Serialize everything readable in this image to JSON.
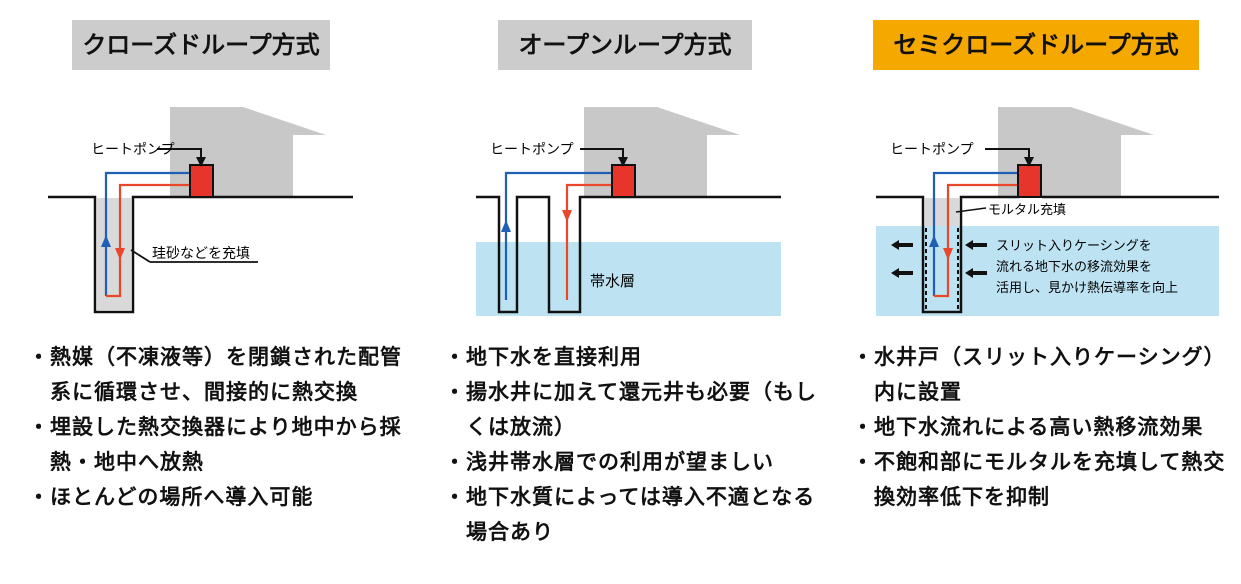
{
  "colors": {
    "title_gray": "#cccccc",
    "title_orange": "#f5a800",
    "house_gray": "#c8c8c8",
    "water_blue": "#bde3f3",
    "fill_gray": "#d9d9d9",
    "pump_red": "#e8352b",
    "pipe_blue": "#1f5fb5",
    "pipe_red": "#e8472b",
    "line_black": "#111111"
  },
  "panels": [
    {
      "title": "クローズドループ方式",
      "labels": {
        "heat_pump": "ヒートポンプ",
        "note": "珪砂などを充填"
      },
      "bullets": [
        "熱媒（不凍液等）を閉鎖された配管系に循環させ、間接的に熱交換",
        "埋設した熱交換器により地中から採熱・地中へ放熱",
        "ほとんどの場所へ導入可能"
      ]
    },
    {
      "title": "オープンループ方式",
      "labels": {
        "heat_pump": "ヒートポンプ",
        "aquifer": "帯水層"
      },
      "bullets": [
        "地下水を直接利用",
        "揚水井に加えて還元井も必要（もしくは放流）",
        "浅井帯水層での利用が望ましい",
        "地下水質によっては導入不適となる場合あり"
      ]
    },
    {
      "title": "セミクローズドループ方式",
      "labels": {
        "heat_pump": "ヒートポンプ",
        "mortar": "モルタル充填",
        "note_lines": [
          "スリット入りケーシングを",
          "流れる地下水の移流効果を",
          "活用し、見かけ熱伝導率を向上"
        ]
      },
      "bullets": [
        "水井戸（スリット入りケーシング）内に設置",
        "地下水流れによる高い熱移流効果",
        "不飽和部にモルタルを充填して熱交換効率低下を抑制"
      ]
    }
  ]
}
